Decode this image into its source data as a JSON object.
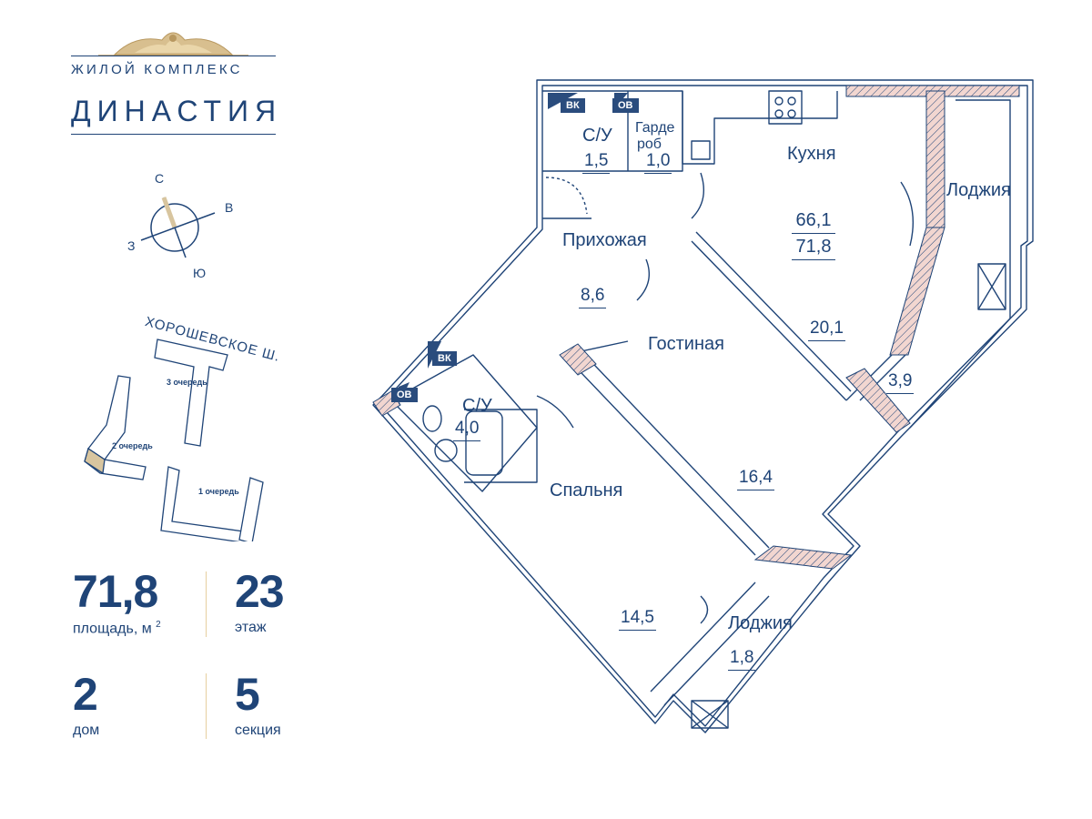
{
  "logo": {
    "tagline": "ЖИЛОЙ КОМПЛЕКС",
    "name": "ДИНАСТИЯ"
  },
  "compass": {
    "north": "С",
    "east": "В",
    "south": "Ю",
    "west": "З"
  },
  "site_plan": {
    "street": "ХОРОШЕВСКОЕ Ш.",
    "queues": [
      "3 очередь",
      "2 очередь",
      "1 очередь"
    ]
  },
  "stats": {
    "area": {
      "value": "71,8",
      "label": "площадь, м",
      "sup": "2"
    },
    "floor": {
      "value": "23",
      "label": "этаж"
    },
    "house": {
      "value": "2",
      "label": "дом"
    },
    "section": {
      "value": "5",
      "label": "секция"
    }
  },
  "plan": {
    "rooms": {
      "kitchen": {
        "name": "Кухня",
        "area": "20,1"
      },
      "loggia_top": {
        "name": "Лоджия",
        "area": "3,9"
      },
      "hallway": {
        "name": "Прихожая",
        "area": "8,6"
      },
      "living": {
        "name": "Гостиная",
        "area": "16,4"
      },
      "bathroom_top": {
        "name": "С/У",
        "area": "1,5"
      },
      "wardrobe": {
        "name_line1": "Гарде",
        "name_line2": "роб",
        "area": "1,0"
      },
      "bathroom_bottom": {
        "name": "С/У",
        "area": "4,0"
      },
      "bedroom": {
        "name": "Спальня",
        "area": "14,5"
      },
      "loggia_bottom": {
        "name": "Лоджия",
        "area": "1,8"
      }
    },
    "total": {
      "living_area": "66,1",
      "total_area": "71,8"
    },
    "tags": {
      "vk": "ВК",
      "ov": "ОВ"
    }
  },
  "colors": {
    "primary": "#1f4477",
    "accent": "#e6cfa0",
    "highlight": "#d8c59f",
    "wall_fill": "#f2d6d0"
  }
}
